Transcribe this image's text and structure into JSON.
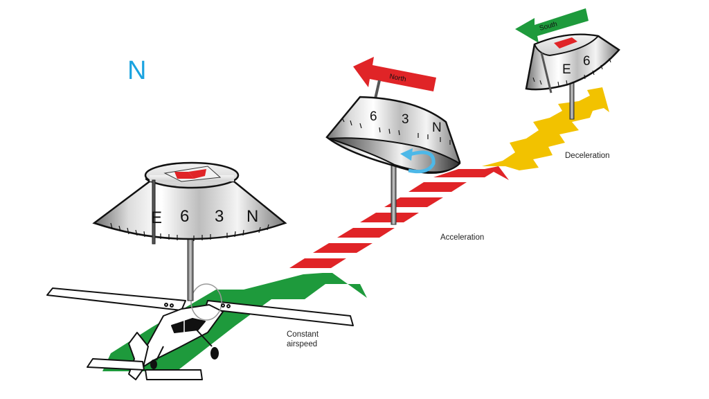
{
  "heading_letter": "N",
  "labels": {
    "constant_line1": "Constant",
    "constant_line2": "airspeed",
    "acceleration": "Acceleration",
    "deceleration": "Deceleration"
  },
  "arrow_labels": {
    "north": "North",
    "south": "South"
  },
  "compass_cards": {
    "constant": [
      "E",
      "6",
      "3",
      "N"
    ],
    "acceleration": [
      "6",
      "3",
      "N"
    ],
    "deceleration": [
      "E",
      "6"
    ]
  },
  "colors": {
    "heading_letter": "#1aa3e0",
    "constant_arrow": "#1e9a3c",
    "acceleration_arrow": "#e02427",
    "deceleration_arrow": "#f2c200",
    "rotation_arrow": "#4db8e8"
  },
  "icons": [
    "airplane-icon",
    "compass-icon",
    "rotation-arrow-icon"
  ]
}
